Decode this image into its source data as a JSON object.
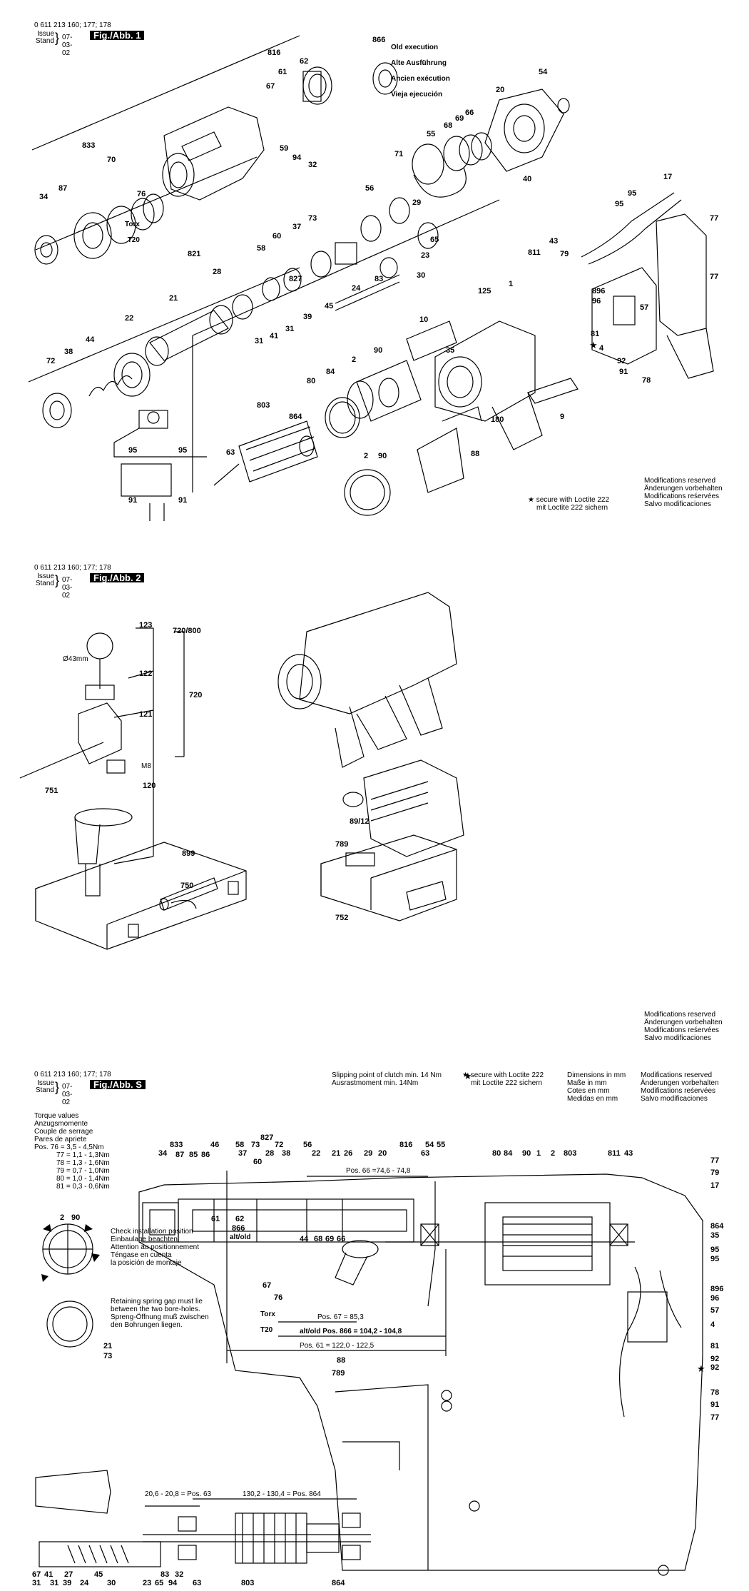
{
  "header": {
    "doc_number": "0 611 213 160; 177; 178",
    "issue_label": "Issue\nStand",
    "date": "07-03-02"
  },
  "figure1": {
    "title": "Fig./Abb. 1",
    "old_execution": [
      "Old execution",
      "Alte Ausführung",
      "Ancien exécution",
      "Vieja ejecución"
    ],
    "old_execution_ref": "866",
    "loctite": [
      "★ secure with Loctite 222",
      "mit Loctite 222 sichern"
    ],
    "modifications": [
      "Modifications reserved",
      "Änderungen vorbehalten",
      "Modifications reśervées",
      "Salvo modificaciones"
    ],
    "torx": [
      "Torx",
      "T20"
    ],
    "labels": [
      "816",
      "67",
      "61",
      "62",
      "866",
      "54",
      "20",
      "833",
      "70",
      "59",
      "94",
      "32",
      "71",
      "55",
      "68",
      "69",
      "66",
      "34",
      "87",
      "76",
      "56",
      "29",
      "40",
      "17",
      "95",
      "95",
      "77",
      "37",
      "60",
      "73",
      "65",
      "821",
      "58",
      "28",
      "827",
      "30",
      "83",
      "23",
      "43",
      "79",
      "811",
      "896",
      "96",
      "77",
      "21",
      "24",
      "57",
      "45",
      "39",
      "81",
      "1",
      "125",
      "22",
      "41",
      "31",
      "31",
      "10",
      "72",
      "44",
      "38",
      "4",
      "92",
      "91",
      "78",
      "84",
      "2",
      "90",
      "35",
      "80",
      "803",
      "864",
      "63",
      "180",
      "9",
      "88",
      "95",
      "95",
      "91",
      "91",
      "2",
      "90"
    ]
  },
  "figure2": {
    "title": "Fig./Abb. 2",
    "modifications": [
      "Modifications reserved",
      "Änderungen vorbehalten",
      "Modifications reśervées",
      "Salvo modificaciones"
    ],
    "labels": [
      "123",
      "122",
      "121",
      "720/800",
      "720",
      "Ø43mm",
      "M8",
      "751",
      "120",
      "899",
      "89/12",
      "789",
      "750",
      "752"
    ]
  },
  "figureS": {
    "title": "Fig./Abb. S",
    "clutch": [
      "Slipping point of clutch min. 14 Nm",
      "Ausrastmoment min. 14Nm"
    ],
    "loctite": [
      "★ secure with Loctite 222",
      "mit Loctite 222 sichern"
    ],
    "dimensions": [
      "Dimensions in mm",
      "Maße in mm",
      "Cotes en mm",
      "Medidas en mm"
    ],
    "modifications": [
      "Modifications reserved",
      "Änderungen vorbehalten",
      "Modifications reśervées",
      "Salvo modificaciones"
    ],
    "torque_title": [
      "Torque values",
      "Anzugsmomente",
      "Couple de serrage",
      "Pares de apriete"
    ],
    "torque_values": [
      "Pos. 76 = 3,5 - 4,5Nm",
      "77 = 1,1 - 1,3Nm",
      "78 = 1,3 - 1,6Nm",
      "79 = 0,7 - 1,0Nm",
      "80 = 1,0 - 1,4Nm",
      "81 = 0,3 - 0,6Nm"
    ],
    "check_install": [
      "Check installation position",
      "Einbaulage beachten",
      "Attention au positionnement",
      "Téngase en cuenta",
      "la posición de montaje"
    ],
    "spring_gap": [
      "Retaining spring gap must lie",
      "between the two bore-holes.",
      "Spreng-Öffnung muß zwischen",
      "den Bohrungen liegen."
    ],
    "dim_66": "Pos. 66 =74,6 - 74,8",
    "dim_67": "Pos. 67 = 85,3",
    "dim_866": "alt/old Pos. 866 = 104,2 - 104,8",
    "dim_61": "Pos. 61 = 122,0 - 122,5",
    "dim_63": "20,6 - 20,8 = Pos. 63",
    "dim_864": "130,2 - 130,4 = Pos. 864",
    "alt_old": "alt/old",
    "torx": [
      "Torx",
      "T20"
    ],
    "labels": [
      "827",
      "34",
      "833",
      "87",
      "85",
      "86",
      "46",
      "58",
      "73",
      "37",
      "60",
      "72",
      "28",
      "38",
      "56",
      "22",
      "21",
      "26",
      "29",
      "20",
      "816",
      "63",
      "54",
      "55",
      "80",
      "84",
      "90",
      "1",
      "2",
      "803",
      "811",
      "43",
      "77",
      "79",
      "17",
      "864",
      "35",
      "95",
      "95",
      "896",
      "96",
      "57",
      "4",
      "81",
      "92",
      "92",
      "78",
      "91",
      "77",
      "61",
      "62",
      "866",
      "76",
      "67",
      "44",
      "68",
      "69",
      "66",
      "88",
      "789",
      "21",
      "73",
      "2",
      "90",
      "67",
      "41",
      "27",
      "24",
      "45",
      "30",
      "23",
      "65",
      "83",
      "32",
      "94",
      "63",
      "803",
      "864",
      "31",
      "31",
      "39"
    ]
  }
}
